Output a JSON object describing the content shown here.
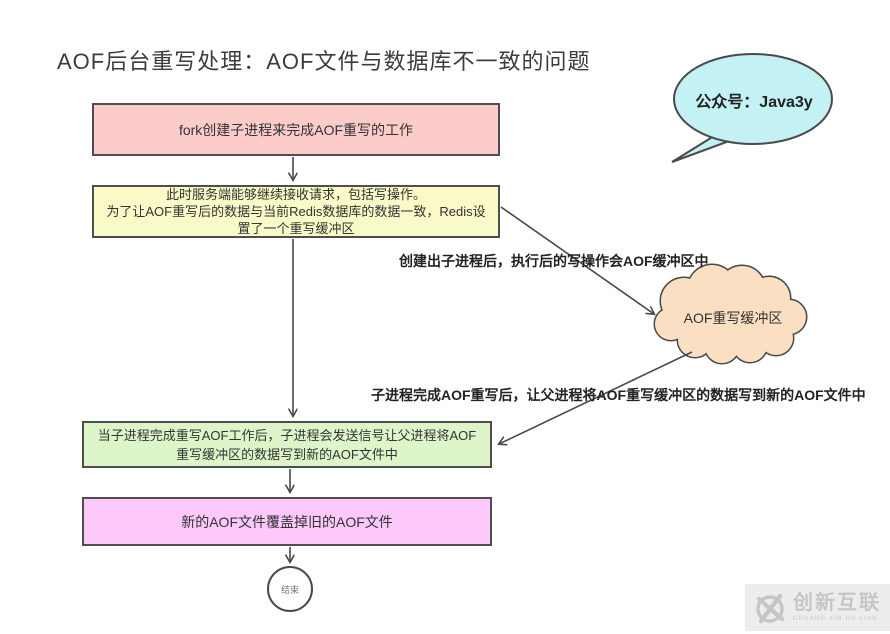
{
  "title": {
    "text": "AOF后台重写处理：AOF文件与数据库不一致的问题"
  },
  "bubble": {
    "label": "公众号：Java3y"
  },
  "flow": {
    "nodes": [
      {
        "id": "fork",
        "text": "fork创建子进程来完成AOF重写的工作",
        "fill": "#fccccb"
      },
      {
        "id": "rewrite-buffer-setup",
        "text": "此时服务端能够继续接收请求，包括写操作。\n为了让AOF重写后的数据与当前Redis数据库的数据一致，Redis设置了一个重写缓冲区",
        "fill": "#fafac9"
      },
      {
        "id": "signal-parent",
        "text": "当子进程完成重写AOF工作后，子进程会发送信号让父进程将AOF\n重写缓冲区的数据写到新的AOF文件中",
        "fill": "#def5c9"
      },
      {
        "id": "overwrite-old-file",
        "text": "新的AOF文件覆盖掉旧的AOF文件",
        "fill": "#fcc9fa"
      }
    ],
    "cloud": {
      "text": "AOF重写缓冲区",
      "fill": "#fbdfc2"
    },
    "end_node": {
      "text": "结束"
    },
    "annotations": [
      {
        "text": "创建出子进程后，执行后的写操作会AOF缓冲区中"
      },
      {
        "text": "子进程完成AOF重写后，让父进程将AOF重写缓冲区的数据写到新的AOF文件中"
      }
    ]
  },
  "watermark": {
    "cn": "创新互联",
    "en": "CHUANG XIN HU LIAN"
  },
  "colors": {
    "line": "#4a4a4a",
    "bubble_fill": "#c3f1f4",
    "cloud_fill": "#fbdfc2",
    "watermark_bg": "#ededed",
    "watermark_fg": "#c6c6c6"
  }
}
